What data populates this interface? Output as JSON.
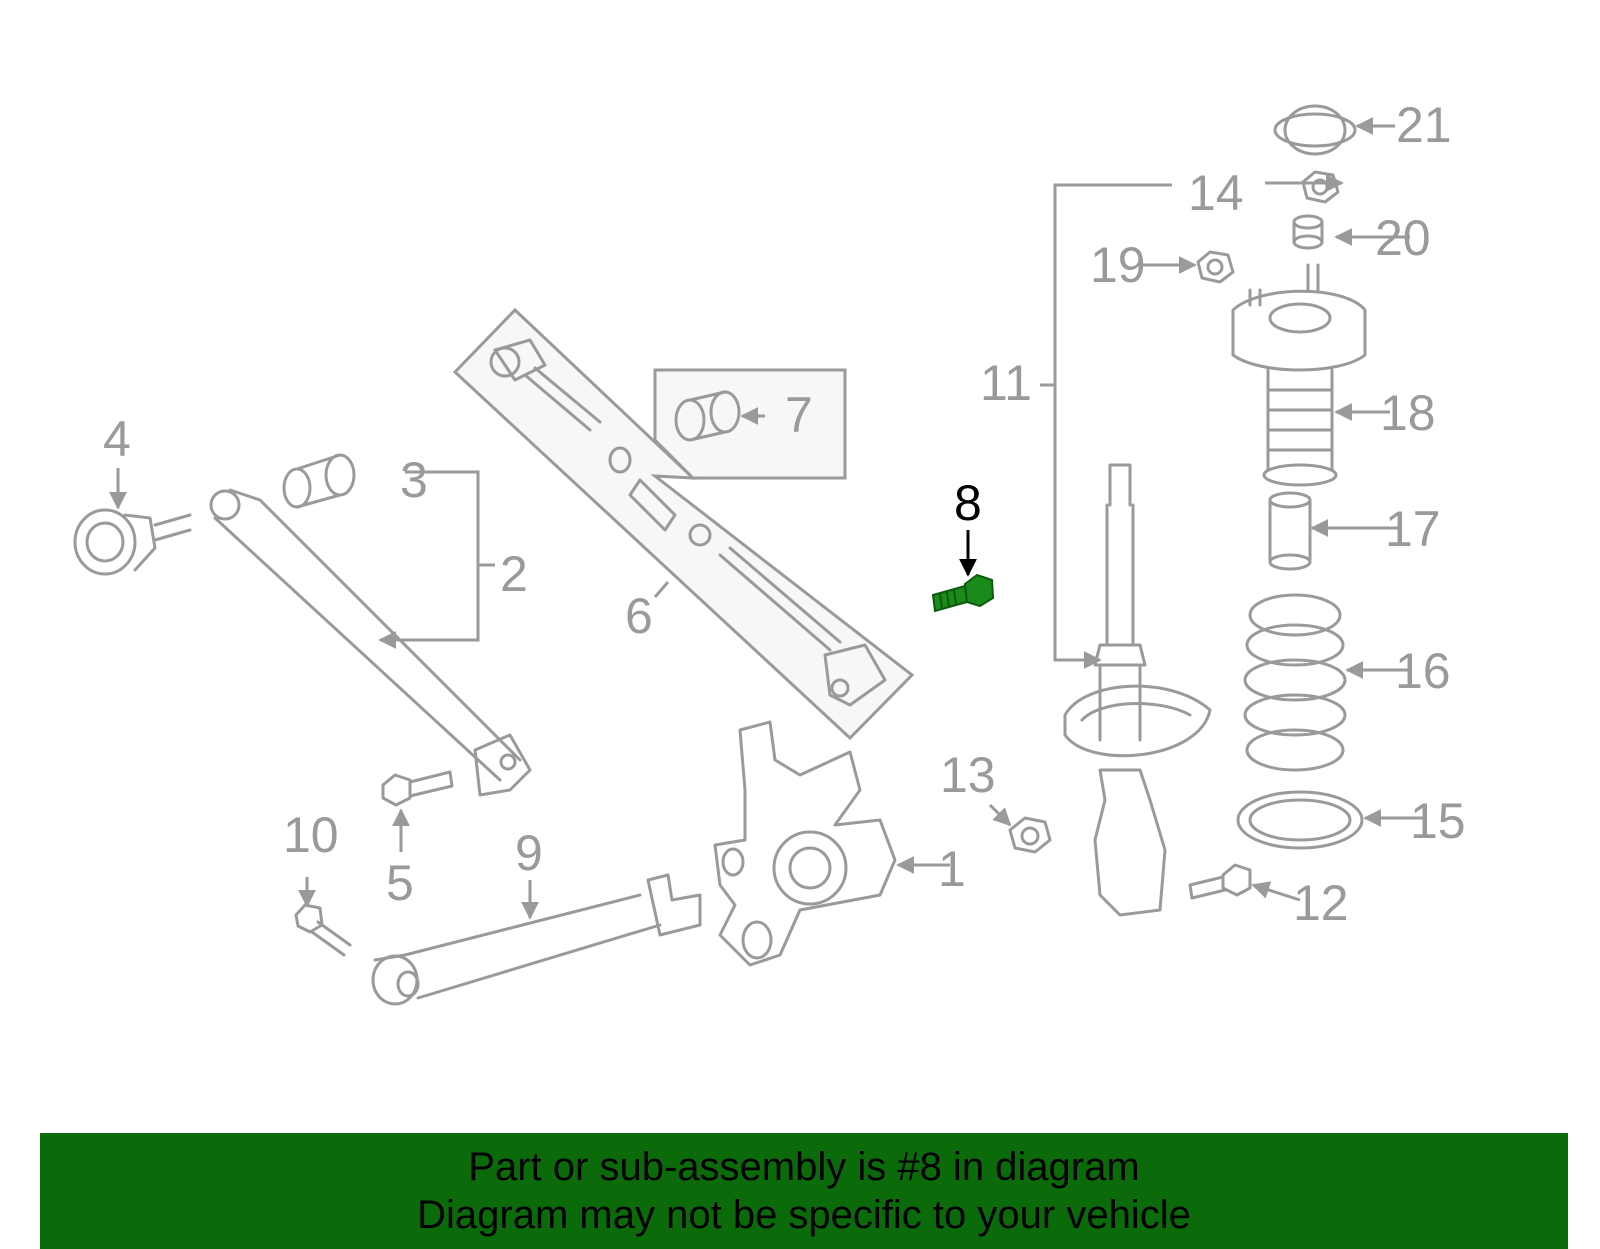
{
  "diagram": {
    "callouts": [
      "1",
      "2",
      "3",
      "4",
      "5",
      "6",
      "7",
      "8",
      "9",
      "10",
      "11",
      "12",
      "13",
      "14",
      "15",
      "16",
      "17",
      "18",
      "19",
      "20",
      "21"
    ],
    "highlighted_part": "8",
    "colors": {
      "part_stroke": "#9a9a9a",
      "highlight_part": "#1a8a1a",
      "highlight_label": "#000000",
      "banner_bg": "#0b6b0b"
    }
  },
  "banner": {
    "line1": "Part or sub-assembly is #8 in diagram",
    "line2": "Diagram may not be specific to your vehicle"
  }
}
